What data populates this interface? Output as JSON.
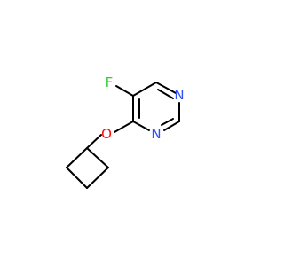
{
  "molecule": {
    "atoms": [
      {
        "symbol": "F",
        "color": "#33cc33"
      },
      {
        "symbol": "N",
        "color": "#3050f8"
      },
      {
        "symbol": "N",
        "color": "#3050f8"
      },
      {
        "symbol": "O",
        "color": "#ff0d0d"
      }
    ]
  }
}
